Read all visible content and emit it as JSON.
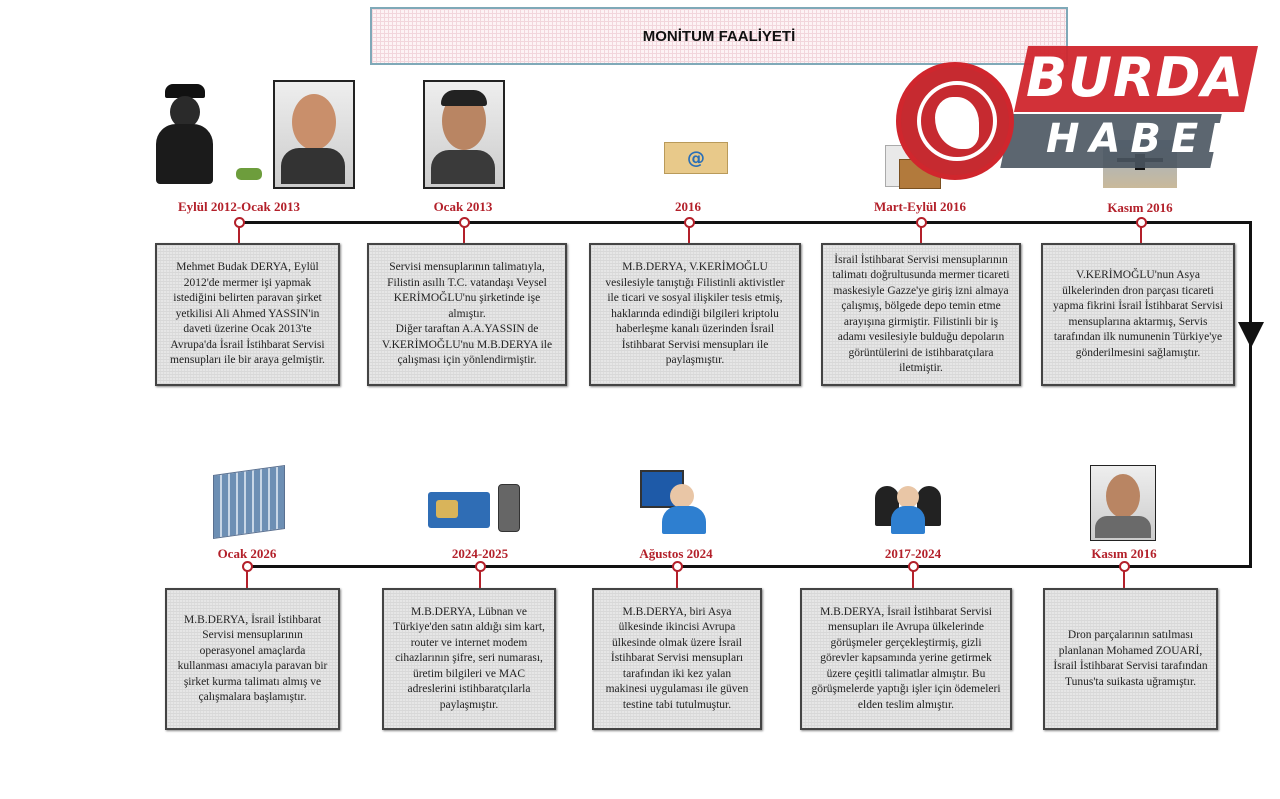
{
  "title": "MONİTUM FAALİYETİ",
  "logo": {
    "line1": "BURDA",
    "line2": "HABER",
    "colors": {
      "red": "#d0262d",
      "gray": "#4a5560"
    }
  },
  "colors": {
    "accent": "#b3202a",
    "line": "#111111",
    "box": "#e6e6e6"
  },
  "top_events": [
    {
      "date": "Eylül 2012-Ocak 2013",
      "text": "Mehmet Budak DERYA, Eylül 2012'de mermer işi yapmak istediğini belirten paravan şirket yetkilisi Ali Ahmed YASSIN'in daveti üzerine Ocak 2013'te Avrupa'da İsrail İstihbarat Servisi mensupları ile bir araya gelmiştir.",
      "icon": "spy-handshake-photo"
    },
    {
      "date": "Ocak 2013",
      "text": "Servisi mensuplarının talimatıyla, Filistin asıllı T.C. vatandaşı Veysel KERİMOĞLU'nu şirketinde işe almıştır.\nDiğer taraftan A.A.YASSIN de V.KERİMOĞLU'nu M.B.DERYA ile çalışması için yönlendirmiştir.",
      "icon": "person-photo"
    },
    {
      "date": "2016",
      "text": "M.B.DERYA, V.KERİMOĞLU vesilesiyle tanıştığı Filistinli aktivistler ile ticari ve sosyal ilişkiler tesis etmiş, haklarında edindiği bilgileri kriptolu haberleşme kanalı üzerinden İsrail İstihbarat Servisi mensupları ile paylaşmıştır.",
      "icon": "email-icon"
    },
    {
      "date": "Mart-Eylül 2016",
      "text": "İsrail İstihbarat Servisi mensuplarının talimatı doğrultusunda mermer ticareti maskesiyle Gazze'ye giriş izni almaya çalışmış, bölgede depo temin etme arayışına girmiştir. Filistinli bir iş adamı vesilesiyle bulduğu depoların görüntülerini de istihbaratçılara iletmiştir.",
      "icon": "warehouse-icon"
    },
    {
      "date": "Kasım 2016",
      "text": "V.KERİMOĞLU'nun Asya ülkelerinden dron parçası ticareti yapma fikrini İsrail İstihbarat Servisi mensuplarına aktarmış, Servis tarafından ilk numunenin Türkiye'ye gönderilmesini sağlamıştır.",
      "icon": "drone-icon"
    }
  ],
  "bottom_events": [
    {
      "date": "Ocak 2026",
      "text": "M.B.DERYA, İsrail İstihbarat Servisi mensuplarının operasyonel amaçlarda kullanması amacıyla paravan bir şirket kurma talimatı almış ve çalışmalara başlamıştır.",
      "icon": "building-icon"
    },
    {
      "date": "2024-2025",
      "text": "M.B.DERYA, Lübnan ve Türkiye'den satın aldığı sim kart, router ve internet modem cihazlarının şifre, seri numarası, üretim bilgileri ve MAC adreslerini istihbaratçılarla paylaşmıştır.",
      "icon": "sim-card-phone-icon"
    },
    {
      "date": "Ağustos 2024",
      "text": "M.B.DERYA, biri Asya ülkesinde ikincisi Avrupa ülkesinde olmak üzere İsrail İstihbarat Servisi mensupları tarafından iki kez yalan makinesi uygulaması ile güven testine tabi tutulmuştur.",
      "icon": "computer-user-icon"
    },
    {
      "date": "2017-2024",
      "text": "M.B.DERYA, İsrail İstihbarat Servisi mensupları ile Avrupa ülkelerinde görüşmeler gerçekleştirmiş, gizli görevler kapsamında yerine getirmek üzere çeşitli talimatlar almıştır. Bu görüşmelerde yaptığı işler için ödemeleri elden teslim almıştır.",
      "icon": "agents-icon"
    },
    {
      "date": "Kasım 2016",
      "text": "Dron parçalarının satılması planlanan Mohamed ZOUARİ, İsrail İstihbarat Servisi tarafından Tunus'ta suikasta uğramıştır.",
      "icon": "person-photo"
    }
  ]
}
